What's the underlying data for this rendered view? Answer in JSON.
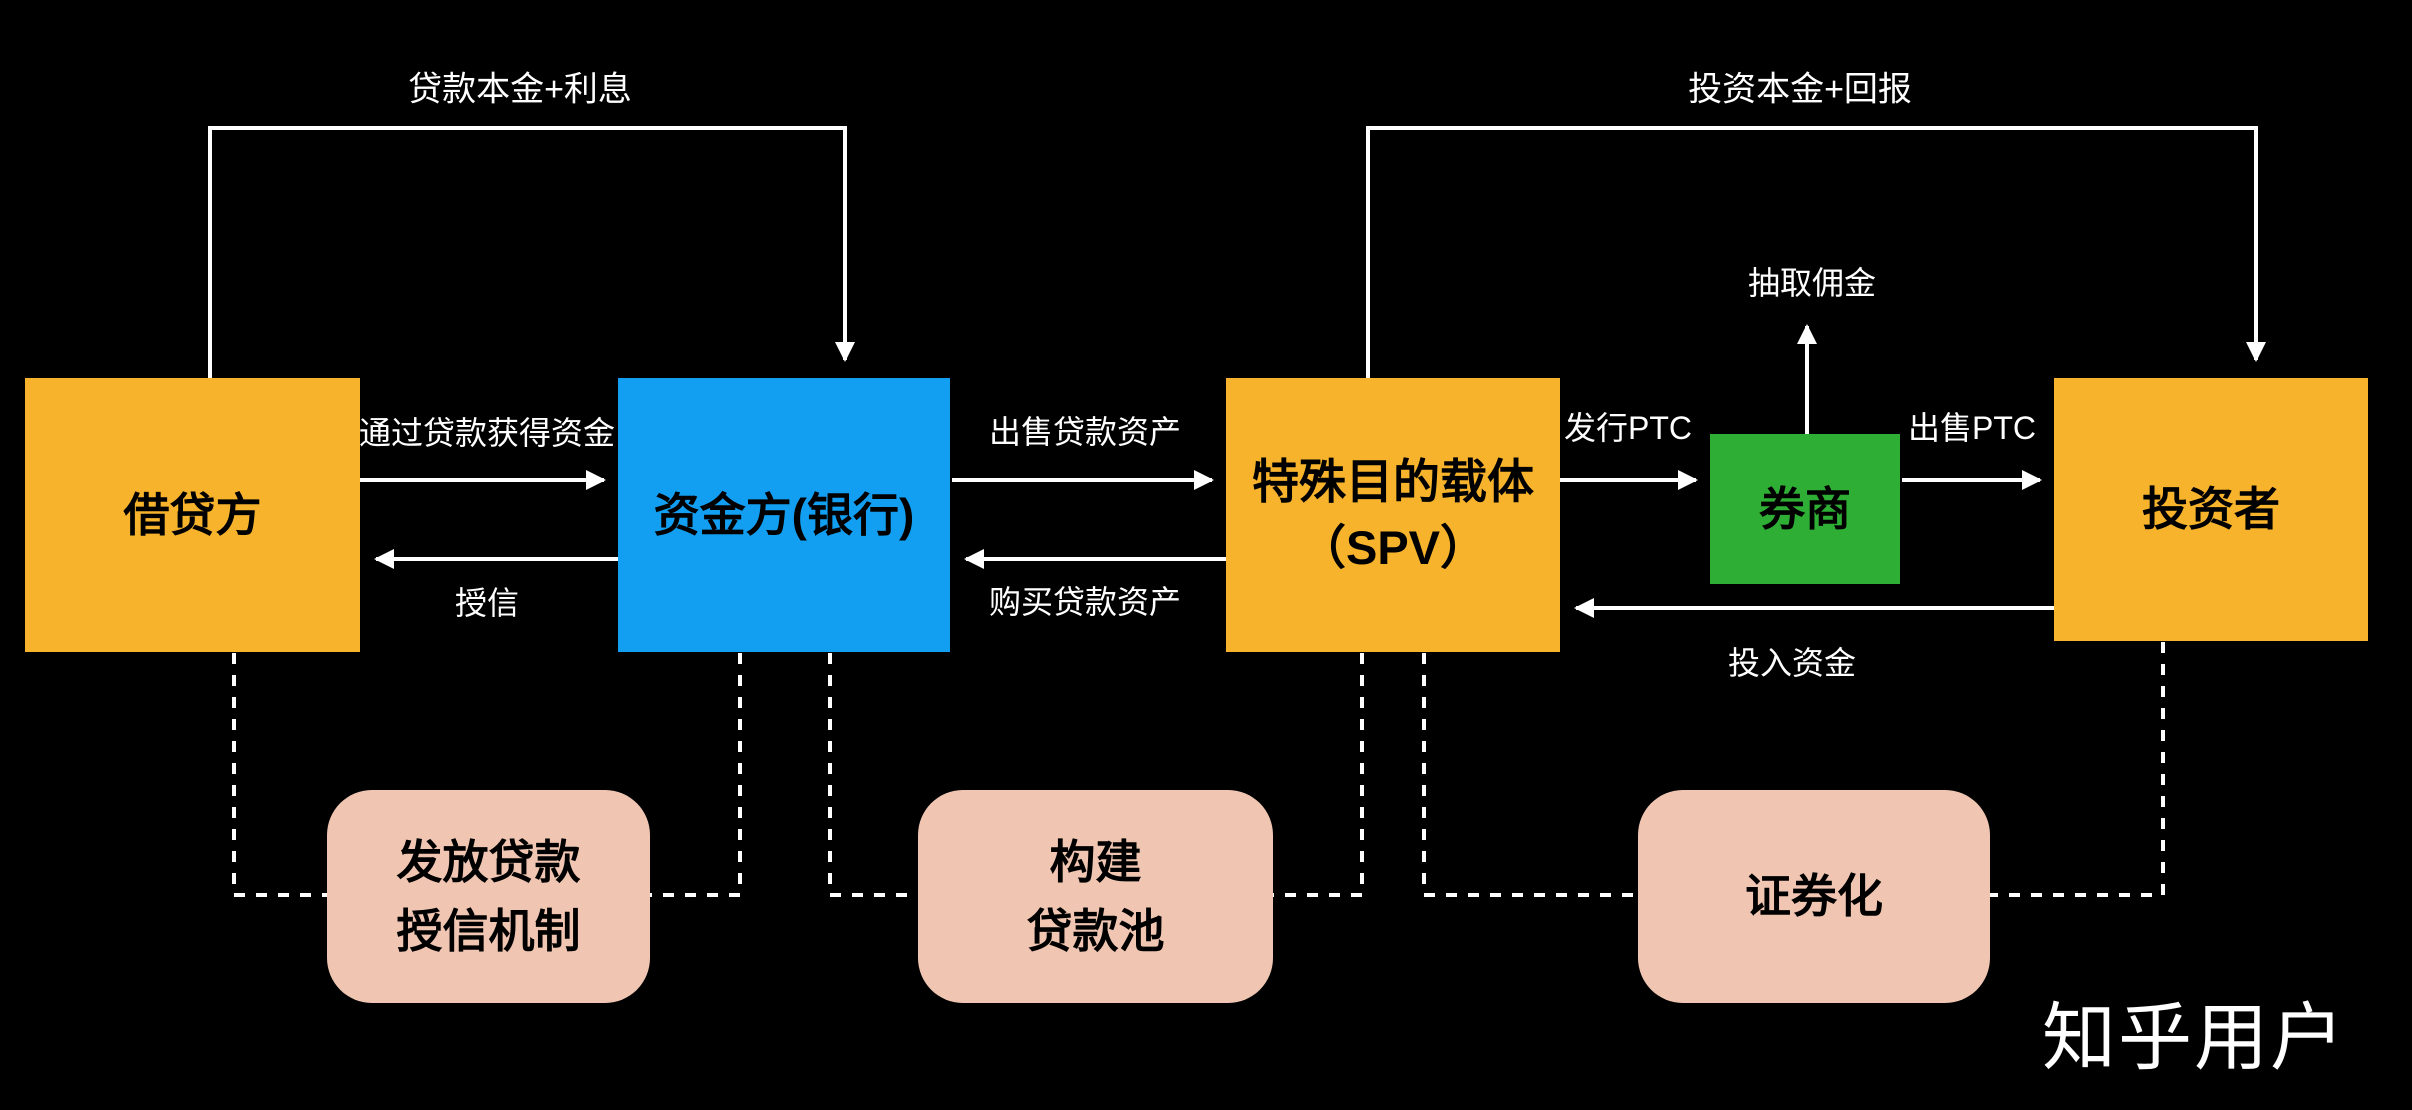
{
  "colors": {
    "background": "#000000",
    "line": "#FFFFFF",
    "label_text": "#FFFFFF",
    "node_text": "#000000",
    "orange": "#F7B32C",
    "blue": "#129FF2",
    "green": "#2FAE36",
    "pink": "#F0C6B2"
  },
  "nodes": {
    "borrower": {
      "label": "借贷方",
      "color": "#F7B32C"
    },
    "funder": {
      "label": "资金方(银行)",
      "color": "#129FF2"
    },
    "spv": {
      "line1": "特殊目的载体",
      "line2": "（SPV）",
      "color": "#F7B32C"
    },
    "broker": {
      "label": "券商",
      "color": "#2FAE36"
    },
    "investor": {
      "label": "投资者",
      "color": "#F7B32C"
    }
  },
  "edges": {
    "loan_repayment": {
      "label": "贷款本金+利息",
      "from": "borrower",
      "to": "funder",
      "style": "elbow-top"
    },
    "loan_funding": {
      "label": "通过贷款获得资金",
      "from": "borrower",
      "to": "funder",
      "style": "straight"
    },
    "credit": {
      "label": "授信",
      "from": "funder",
      "to": "borrower",
      "style": "straight"
    },
    "sell_loan_assets": {
      "label": "出售贷款资产",
      "from": "funder",
      "to": "spv",
      "style": "straight"
    },
    "buy_loan_assets": {
      "label": "购买贷款资产",
      "from": "spv",
      "to": "funder",
      "style": "straight"
    },
    "issue_ptc": {
      "label": "发行PTC",
      "from": "spv",
      "to": "broker",
      "style": "straight"
    },
    "sell_ptc": {
      "label": "出售PTC",
      "from": "broker",
      "to": "investor",
      "style": "straight"
    },
    "commission": {
      "label": "抽取佣金",
      "from": "broker",
      "style": "up"
    },
    "investment_return": {
      "label": "投资本金+回报",
      "from": "spv",
      "to": "investor",
      "style": "elbow-top"
    },
    "invest_funds": {
      "label": "投入资金",
      "from": "investor",
      "to": "spv",
      "style": "straight"
    }
  },
  "notes": {
    "note1": {
      "line1": "发放贷款",
      "line2": "授信机制",
      "connects": [
        "borrower",
        "funder"
      ]
    },
    "note2": {
      "line1": "构建",
      "line2": "贷款池",
      "connects": [
        "funder",
        "spv"
      ]
    },
    "note3": {
      "line1": "证券化",
      "connects": [
        "spv",
        "investor"
      ]
    }
  },
  "watermark": "知乎用户"
}
